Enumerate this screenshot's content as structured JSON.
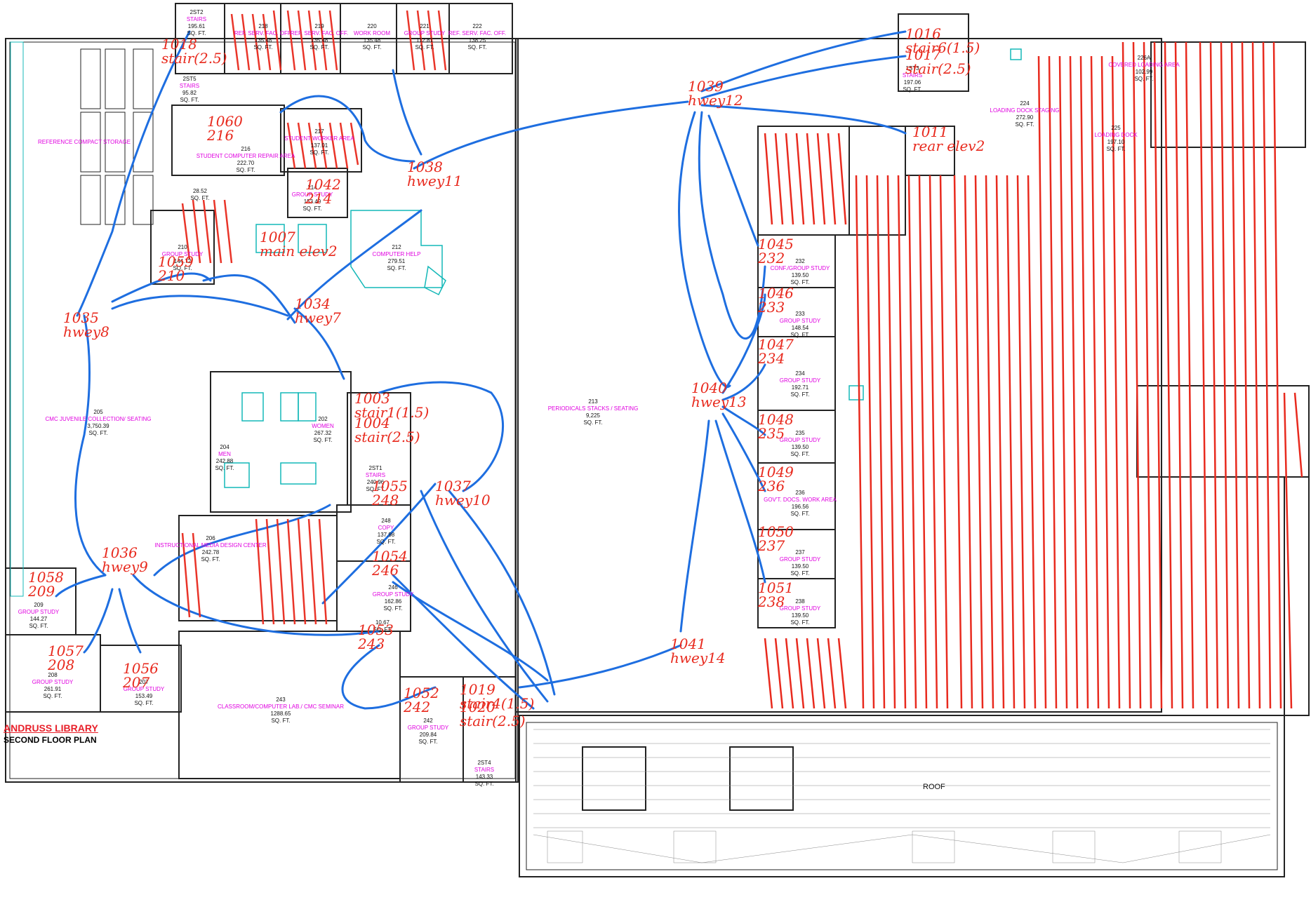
{
  "title": {
    "library": "ANDRUSS LIBRARY",
    "floor": "SECOND FLOOR PLAN"
  },
  "colors": {
    "walls": "#222222",
    "room_text": "#e000e0",
    "annotation_red": "#e82a1e",
    "route_blue": "#1e6ee0",
    "fixture_cyan": "#14b8b8"
  },
  "rooms": [
    {
      "id": "2ST2",
      "name": "STAIRS",
      "area": "195.61",
      "unit": "SQ. FT."
    },
    {
      "id": "218",
      "name": "REF. SERV. FAC. OFF.",
      "area": "135.48",
      "unit": "SQ. FT."
    },
    {
      "id": "219",
      "name": "REF. SERV. FAC. OFF.",
      "area": "135.48",
      "unit": "SQ. FT."
    },
    {
      "id": "220",
      "name": "WORK ROOM",
      "area": "135.48",
      "unit": "SQ. FT."
    },
    {
      "id": "221",
      "name": "GROUP STUDY",
      "area": "112.81",
      "unit": "SQ. FT."
    },
    {
      "id": "222",
      "name": "REF. SERV. FAC. OFF.",
      "area": "138.25",
      "unit": "SQ. FT."
    },
    {
      "id": "2ST5",
      "name": "STAIRS",
      "area": "95.82",
      "unit": "SQ. FT."
    },
    {
      "id": "",
      "name": "REFERENCE COMPACT STORAGE",
      "area": "",
      "unit": ""
    },
    {
      "id": "216",
      "name": "STUDENT COMPUTER REPAIR AREA",
      "area": "222.70",
      "unit": "SQ. FT."
    },
    {
      "id": "217",
      "name": "STUDENT WORKER AREA",
      "area": "137.01",
      "unit": "SQ. FT."
    },
    {
      "id": "",
      "name": "",
      "area": "28.52",
      "unit": "SQ. FT."
    },
    {
      "id": "214",
      "name": "GROUP STUDY",
      "area": "153.49",
      "unit": "SQ. FT."
    },
    {
      "id": "210",
      "name": "GROUP STUDY",
      "area": "144.72",
      "unit": "SQ. FT."
    },
    {
      "id": "212",
      "name": "COMPUTER HELP",
      "area": "279.51",
      "unit": "SQ. FT."
    },
    {
      "id": "205",
      "name": "CMC JUVENILE COLLECTION/ SEATING",
      "area": "3,750.39",
      "unit": "SQ. FT."
    },
    {
      "id": "204",
      "name": "MEN",
      "area": "242.88",
      "unit": "SQ. FT."
    },
    {
      "id": "202",
      "name": "WOMEN",
      "area": "267.32",
      "unit": "SQ. FT."
    },
    {
      "id": "2ST1",
      "name": "STAIRS",
      "area": "240.96",
      "unit": "SQ. FT."
    },
    {
      "id": "248",
      "name": "COPY",
      "area": "137.98",
      "unit": "SQ. FT."
    },
    {
      "id": "206",
      "name": "INSTRUCTIONAL MEDIA DESIGN CENTER",
      "area": "242.78",
      "unit": "SQ. FT."
    },
    {
      "id": "246",
      "name": "GROUP STUDY",
      "area": "162.86",
      "unit": "SQ. FT."
    },
    {
      "id": "",
      "name": "",
      "area": "10.67",
      "unit": "SQ. FT."
    },
    {
      "id": "209",
      "name": "GROUP STUDY",
      "area": "144.27",
      "unit": "SQ. FT."
    },
    {
      "id": "208",
      "name": "GROUP STUDY",
      "area": "261.91",
      "unit": "SQ. FT."
    },
    {
      "id": "207",
      "name": "GROUP STUDY",
      "area": "153.49",
      "unit": "SQ. FT."
    },
    {
      "id": "243",
      "name": "CLASSROOM/COMPUTER LAB./ CMC SEMINAR",
      "area": "1288.65",
      "unit": "SQ. FT."
    },
    {
      "id": "242",
      "name": "GROUP STUDY",
      "area": "209.84",
      "unit": "SQ. FT."
    },
    {
      "id": "2ST4",
      "name": "STAIRS",
      "area": "143.33",
      "unit": "SQ. FT."
    },
    {
      "id": "213",
      "name": "PERIODICALS STACKS / SEATING",
      "area": "9,225",
      "unit": "SQ. FT."
    },
    {
      "id": "1ST3",
      "name": "STAIRS",
      "area": "197.06",
      "unit": "SQ. FT."
    },
    {
      "id": "226A",
      "name": "COVERED LOADING AREA",
      "area": "102.99",
      "unit": "SQ. FT."
    },
    {
      "id": "224",
      "name": "LOADING DOCK STAGING",
      "area": "272.90",
      "unit": "SQ. FT."
    },
    {
      "id": "225",
      "name": "LOADING DOCK",
      "area": "197.10",
      "unit": "SQ. FT."
    },
    {
      "id": "232",
      "name": "CONF./GROUP STUDY",
      "area": "139.50",
      "unit": "SQ. FT."
    },
    {
      "id": "233",
      "name": "GROUP STUDY",
      "area": "148.54",
      "unit": "SQ. FT."
    },
    {
      "id": "234",
      "name": "GROUP STUDY",
      "area": "192.71",
      "unit": "SQ. FT."
    },
    {
      "id": "235",
      "name": "GROUP STUDY",
      "area": "139.50",
      "unit": "SQ. FT."
    },
    {
      "id": "236",
      "name": "GOV'T. DOCS. WORK AREA",
      "area": "196.56",
      "unit": "SQ. FT."
    },
    {
      "id": "237",
      "name": "GROUP STUDY",
      "area": "139.50",
      "unit": "SQ. FT."
    },
    {
      "id": "238",
      "name": "GROUP STUDY",
      "area": "139.50",
      "unit": "SQ. FT."
    },
    {
      "id": "",
      "name": "ROOF",
      "area": "",
      "unit": ""
    }
  ],
  "annotations": [
    {
      "code": "1018",
      "label": "stair(2.5)"
    },
    {
      "code": "1060",
      "label": "216"
    },
    {
      "code": "1042",
      "label": "214"
    },
    {
      "code": "1038",
      "label": "hwey11"
    },
    {
      "code": "1039",
      "label": "hwey12"
    },
    {
      "code": "1016",
      "label": "stair6(1.5)"
    },
    {
      "code": "1017",
      "label": "stair(2.5)"
    },
    {
      "code": "1011",
      "label": "rear elev2"
    },
    {
      "code": "1007",
      "label": "main elev2"
    },
    {
      "code": "1059",
      "label": "210"
    },
    {
      "code": "1035",
      "label": "hwey8"
    },
    {
      "code": "1034",
      "label": "hwey7"
    },
    {
      "code": "1003",
      "label": "stair1(1.5)"
    },
    {
      "code": "1004",
      "label": "stair(2.5)"
    },
    {
      "code": "1037",
      "label": "hwey10"
    },
    {
      "code": "1055",
      "label": "248"
    },
    {
      "code": "1054",
      "label": "246"
    },
    {
      "code": "1036",
      "label": "hwey9"
    },
    {
      "code": "1058",
      "label": "209"
    },
    {
      "code": "1057",
      "label": "208"
    },
    {
      "code": "1056",
      "label": "207"
    },
    {
      "code": "1053",
      "label": "243"
    },
    {
      "code": "1052",
      "label": "242"
    },
    {
      "code": "1019",
      "label": "stair4(1.5)"
    },
    {
      "code": "1020",
      "label": "stair(2.5)"
    },
    {
      "code": "1040",
      "label": "hwey13"
    },
    {
      "code": "1041",
      "label": "hwey14"
    },
    {
      "code": "1045",
      "label": "232"
    },
    {
      "code": "1046",
      "label": "233"
    },
    {
      "code": "1047",
      "label": "234"
    },
    {
      "code": "1048",
      "label": "235"
    },
    {
      "code": "1049",
      "label": "236"
    },
    {
      "code": "1050",
      "label": "237"
    },
    {
      "code": "1051",
      "label": "238"
    }
  ]
}
